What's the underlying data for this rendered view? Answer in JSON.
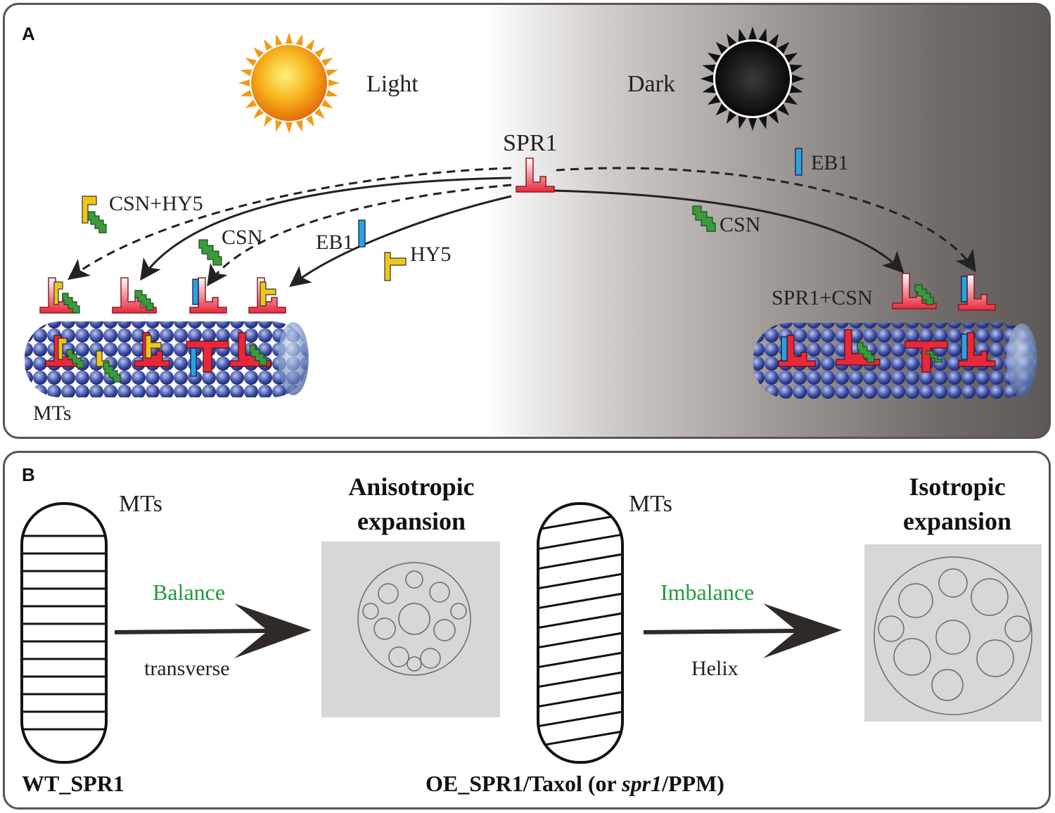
{
  "panel_a": {
    "letter": "A",
    "light_label": "Light",
    "dark_label": "Dark",
    "spr1_label": "SPR1",
    "csn_hy5_label": "CSN+HY5",
    "csn_left_label": "CSN",
    "eb1_left_label": "EB1",
    "hy5_label": "HY5",
    "eb1_right_label": "EB1",
    "csn_right_label": "CSN",
    "spr1_csn_label": "SPR1+CSN",
    "mts_label": "MTs",
    "colors": {
      "spr1_red": "#e8283a",
      "csn_green": "#3a9a3c",
      "hy5_yellow": "#f0c51a",
      "eb1_blue": "#2aa3dd",
      "microtubule_blue": "#1e2a78"
    }
  },
  "panel_b": {
    "letter": "B",
    "mts_left_label": "MTs",
    "mts_right_label": "MTs",
    "anisotropic_title": "Anisotropic expansion",
    "isotropic_title": "Isotropic expansion",
    "balance_label": "Balance",
    "transverse_label": "transverse",
    "imbalance_label": "Imbalance",
    "helix_label": "Helix",
    "wt_caption": "WT_SPR1",
    "oe_caption_part1": "OE_SPR1/Taxol (or ",
    "oe_caption_italic": "spr1",
    "oe_caption_part2": "/PPM)"
  }
}
